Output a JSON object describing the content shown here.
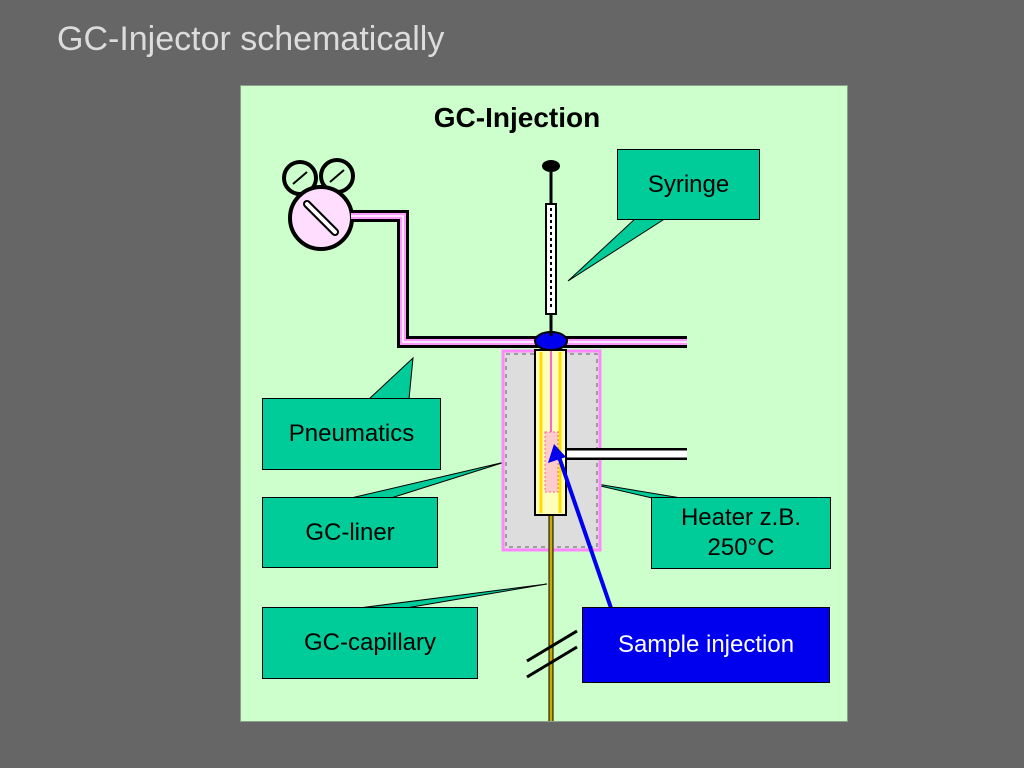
{
  "slide": {
    "title": "GC-Injector schematically"
  },
  "diagram": {
    "title": "GC-Injection",
    "labels": {
      "syringe": "Syringe",
      "pneumatics": "Pneumatics",
      "liner": "GC-liner",
      "heater_line1": "Heater z.B.",
      "heater_line2": "250°C",
      "capillary": "GC-capillary",
      "sample_injection": "Sample injection"
    }
  },
  "colors": {
    "background": "#666666",
    "panel": "#ccffcc",
    "callout": "#00cc99",
    "sample_callout": "#0000ee",
    "pipe": "#ff99ff",
    "capillary": "#ccaa00",
    "arrow": "#0000ee"
  }
}
